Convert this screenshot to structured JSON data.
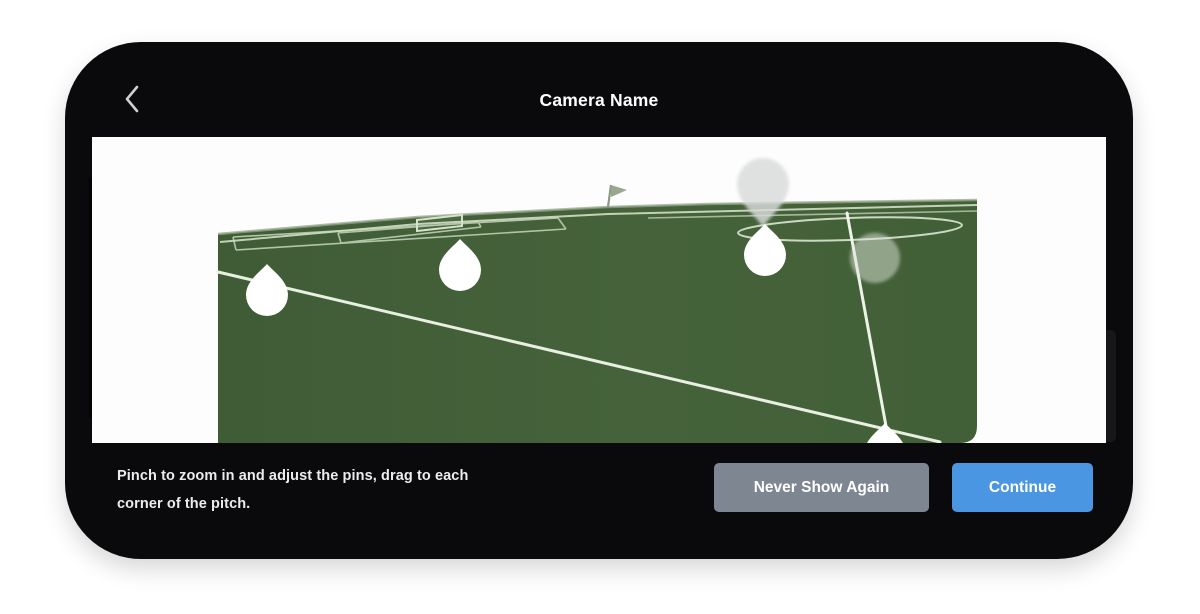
{
  "app": {
    "background_color": "#ffffff",
    "phone_frame_color": "#0a0a0c"
  },
  "header": {
    "title": "Camera Name",
    "back_icon": "chevron-left"
  },
  "pitch_view": {
    "field_color": "#45623b",
    "line_color": "#e7eedd",
    "pin_color": "#ffffff",
    "ghost_pin_color": "#d9dcda",
    "corner_pin_count": 4,
    "ghost_marker_count": 2
  },
  "bottom_bar": {
    "background_color": "#000000",
    "instruction_lines": [
      "Pinch to zoom in and adjust the pins, drag to each",
      "corner of the pitch."
    ],
    "buttons": [
      {
        "label": "Never Show Again",
        "color": "#7e8692"
      },
      {
        "label": "Continue",
        "color": "#4a96e2"
      }
    ]
  }
}
